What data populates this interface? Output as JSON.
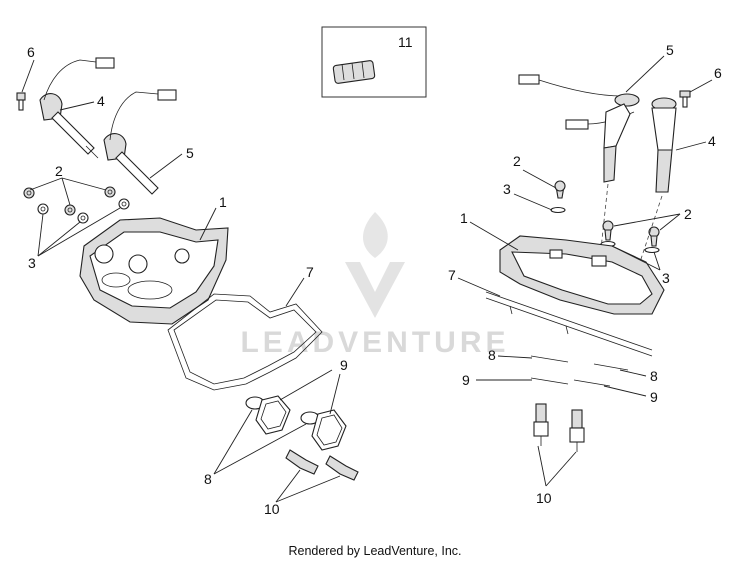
{
  "watermark": {
    "text": "LEADVENTURE"
  },
  "footer": {
    "text": "Rendered by LeadVenture, Inc."
  },
  "callouts": {
    "left": {
      "c6": "6",
      "c4": "4",
      "c5": "5",
      "c2": "2",
      "c3": "3",
      "c1": "1",
      "c7": "7",
      "c9": "9",
      "c8": "8",
      "c10": "10"
    },
    "center": {
      "c11": "11"
    },
    "right": {
      "c5": "5",
      "c6": "6",
      "c4": "4",
      "c2a": "2",
      "c3a": "3",
      "c1": "1",
      "c2b": "2",
      "c3b": "3",
      "c7": "7",
      "c8a": "8",
      "c9a": "9",
      "c8b": "8",
      "c9b": "9",
      "c10": "10"
    }
  }
}
